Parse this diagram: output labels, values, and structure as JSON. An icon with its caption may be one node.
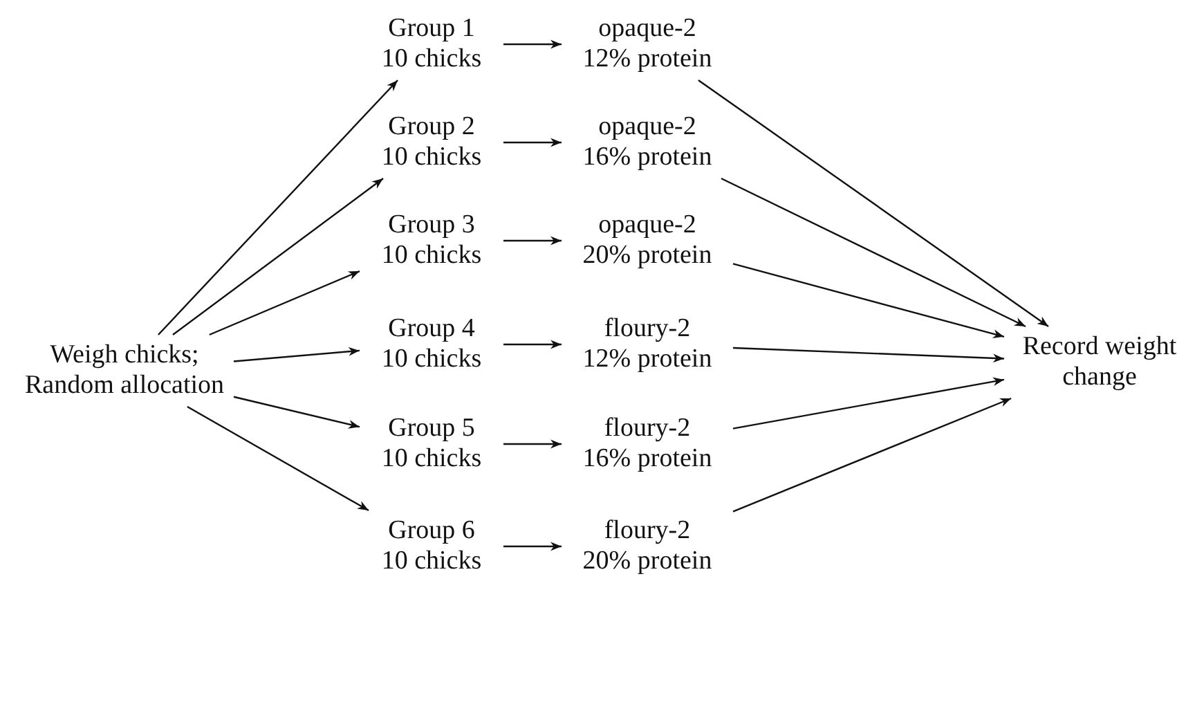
{
  "diagram": {
    "nodes": [
      {
        "text": [
          "Weigh chicks; Random allocation"
        ]
      },
      {
        "text": [
          "Group 1",
          "10 chicks"
        ]
      },
      {
        "text": [
          "Group 2",
          "10 chicks"
        ]
      },
      {
        "text": [
          "Group 3",
          "10 chicks"
        ]
      },
      {
        "text": [
          "Group 4",
          "10 chicks"
        ]
      },
      {
        "text": [
          "Group 5",
          "10 chicks"
        ]
      },
      {
        "text": [
          "Group 6",
          "10 chicks"
        ]
      },
      {
        "text": [
          "opaque-2",
          "12% protein"
        ]
      },
      {
        "text": [
          "opaque-2",
          "16% protein"
        ]
      },
      {
        "text": [
          "opaque-2",
          "20% protein"
        ]
      },
      {
        "text": [
          "floury-2",
          "12% protein"
        ]
      },
      {
        "text": [
          "floury-2",
          "16% protein"
        ]
      },
      {
        "text": [
          "floury-2",
          "20% protein"
        ]
      },
      {
        "text": [
          "Record weight change"
        ]
      }
    ],
    "edges": [
      {
        "from": 0,
        "to": 1,
        "arrow": "to"
      },
      {
        "from": 0,
        "to": 2,
        "arrow": "to"
      },
      {
        "from": 0,
        "to": 3,
        "arrow": "to"
      },
      {
        "from": 0,
        "to": 4,
        "arrow": "to"
      },
      {
        "from": 0,
        "to": 5,
        "arrow": "to"
      },
      {
        "from": 0,
        "to": 6,
        "arrow": "to"
      },
      {
        "from": 1,
        "to": 7,
        "arrow": "to"
      },
      {
        "from": 2,
        "to": 8,
        "arrow": "to"
      },
      {
        "from": 3,
        "to": 9,
        "arrow": "to"
      },
      {
        "from": 4,
        "to": 10,
        "arrow": "to"
      },
      {
        "from": 5,
        "to": 11,
        "arrow": "to"
      },
      {
        "from": 6,
        "to": 12,
        "arrow": "to"
      },
      {
        "from": 7,
        "to": 13,
        "arrow": "to"
      },
      {
        "from": 8,
        "to": 13,
        "arrow": "to"
      },
      {
        "from": 9,
        "to": 13,
        "arrow": "to"
      },
      {
        "from": 10,
        "to": 13,
        "arrow": "to"
      },
      {
        "from": 11,
        "to": 13,
        "arrow": "to"
      },
      {
        "from": 12,
        "to": 13,
        "arrow": "to"
      }
    ]
  }
}
